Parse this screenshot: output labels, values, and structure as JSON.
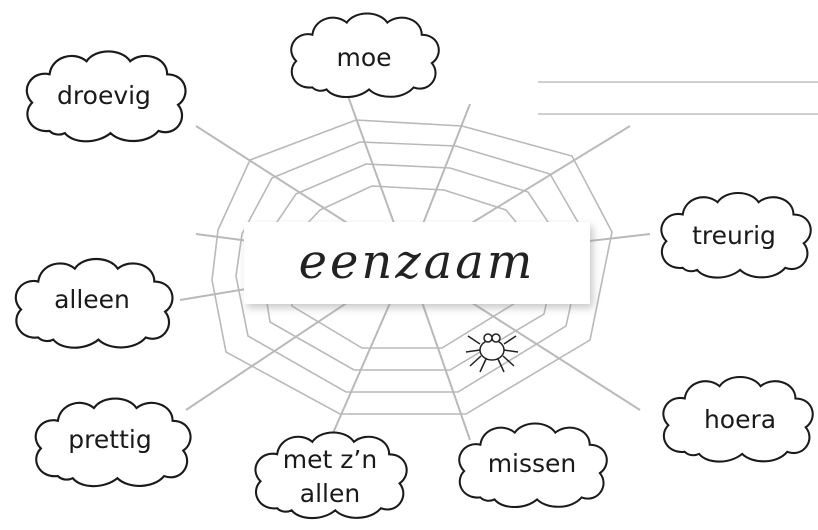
{
  "center_word": "eenzaam",
  "clouds": {
    "moe": "moe",
    "droevig": "droevig",
    "treurig": "treurig",
    "alleen": "alleen",
    "prettig": "prettig",
    "hoera": "hoera",
    "met_zn_allen_line1": "met z’n",
    "met_zn_allen_line2": "allen",
    "missen": "missen"
  }
}
